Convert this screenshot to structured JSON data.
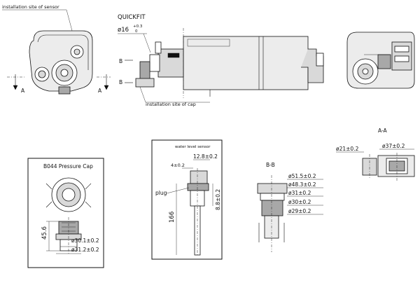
{
  "labels": {
    "sensor_site": "installation site of sensor",
    "quickfit": "QUICKFIT",
    "quickfit_dim": "ø16",
    "quickfit_tol_upper": "+0.3",
    "quickfit_tol_lower": "0",
    "cap_site": "installation site of cap",
    "section_a_left": "A",
    "section_a_right": "A",
    "section_b_top": "B",
    "section_b_bottom": "B",
    "view_aa": "A-A",
    "view_bb": "B-B"
  },
  "pressure_cap": {
    "title": "B044 Pressure Cap",
    "height_dim": "45.6",
    "dia_1": "ø30.1±0.2",
    "dia_2": "ø31.2±0.2"
  },
  "level_sensor": {
    "title": "water level sensor",
    "width_dim": "12.8±0.2",
    "offset_dim": "4±0.2",
    "plug_label": "plug",
    "length_dim": "166",
    "height_dim": "8.8±0.2"
  },
  "section_bb": {
    "dims": [
      "ø51.5±0.2",
      "ø48.3±0.2",
      "ø31±0.2",
      "ø30±0.2",
      "ø29±0.2"
    ]
  },
  "section_aa": {
    "dim_left": "ø21±0.2",
    "dim_right": "ø37±0.2"
  }
}
